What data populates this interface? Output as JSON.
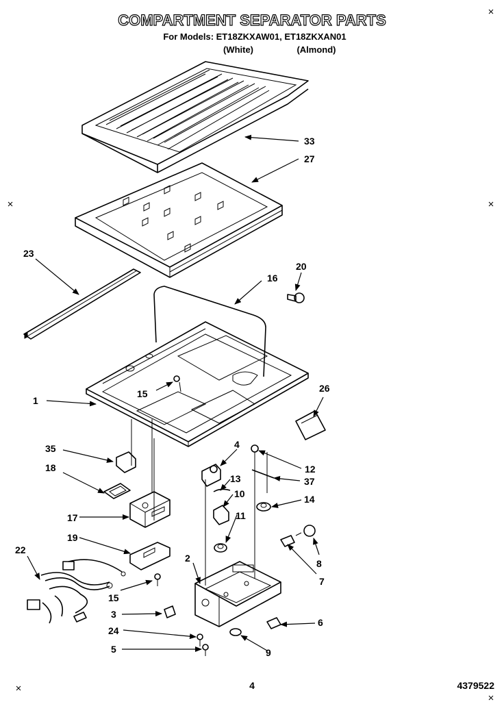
{
  "header": {
    "title": "COMPARTMENT SEPARATOR PARTS",
    "models_line": "For Models: ET18ZKXAW01, ET18ZKXAN01",
    "variant_white": "(White)",
    "variant_almond": "(Almond)"
  },
  "callouts": [
    "33",
    "27",
    "23",
    "20",
    "16",
    "1",
    "15",
    "26",
    "35",
    "4",
    "12",
    "18",
    "13",
    "37",
    "10",
    "14",
    "17",
    "11",
    "19",
    "8",
    "22",
    "2",
    "7",
    "15",
    "3",
    "6",
    "24",
    "9",
    "5"
  ],
  "footer": {
    "page_number": "4",
    "doc_number": "4379522"
  }
}
